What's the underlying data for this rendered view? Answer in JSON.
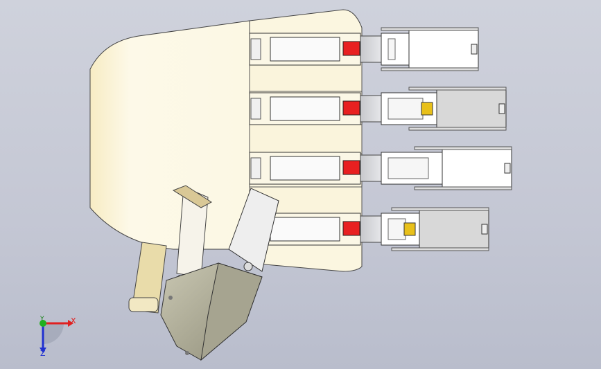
{
  "viewport": {
    "background_top": "#cfd2dc",
    "background_bottom": "#b9bdcc"
  },
  "model": {
    "palm_color": "#fbf6df",
    "palm_shade": "#f2e6b8",
    "finger_link_color": "#ffffff",
    "finger_outline_color": "#3a3a3a",
    "actuator_color": "#e82020",
    "sensor_pad_color": "#e8c01a",
    "thumb_housing_color": "#b3b19c",
    "fingers": [
      "finger-1",
      "finger-2",
      "finger-3",
      "finger-4"
    ],
    "thumb": "thumb"
  },
  "triad": {
    "x_label": "X",
    "y_label": "Y",
    "z_label": "Z",
    "x_color": "#e02020",
    "y_color": "#20b020",
    "z_color": "#2030d0"
  }
}
